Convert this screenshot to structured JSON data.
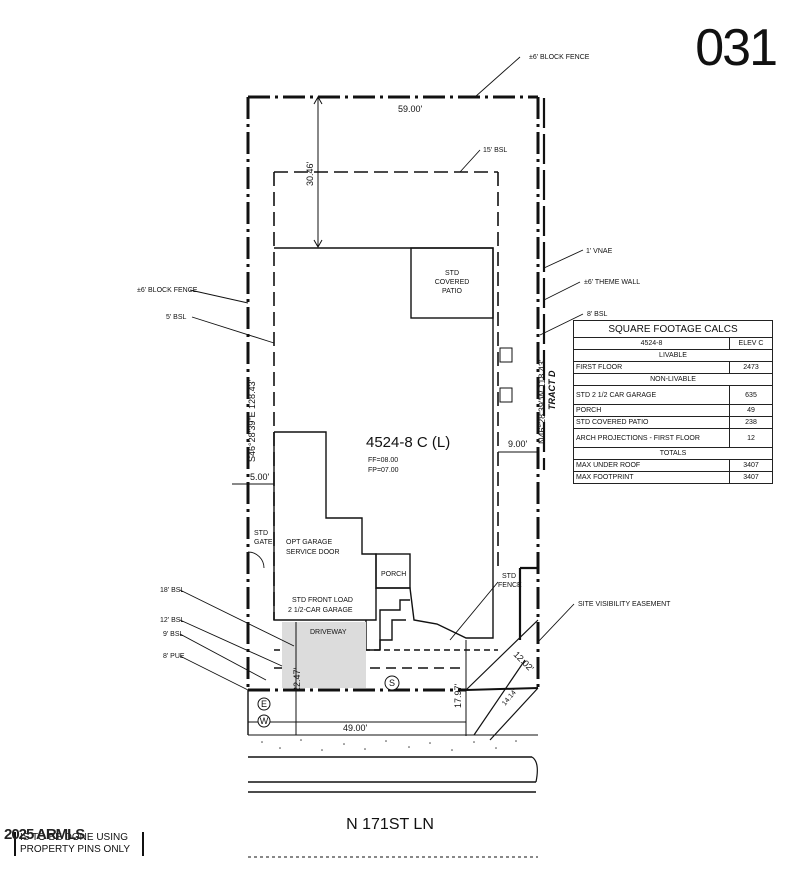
{
  "sheet": {
    "lot_number": "031",
    "copyright": "2025 ARMLS"
  },
  "plan": {
    "model": "4524-8 C (L)",
    "ff": "FF=08.00",
    "fp": "FP=07.00",
    "dims": {
      "rear": "59.00'",
      "front": "49.00'",
      "rear_setback": "30.46'",
      "left_side": "5.00'",
      "right_side": "9.00'",
      "left_line": "S46°28'39\"E 128.43'",
      "right_line": "N46°28'39\"W 118.43'",
      "driveway_depth": "22.47'",
      "porch_depth": "17.97'",
      "chord_a": "12.02'",
      "chord_b": "14.14'"
    },
    "labels": {
      "block_fence_top": "±6' BLOCK FENCE",
      "block_fence_left": "±6' BLOCK FENCE",
      "bsl_15": "15' BSL",
      "bsl_5": "5' BSL",
      "vnae": "1' VNAE",
      "theme_wall": "±6' THEME WALL",
      "bsl_8": "8' BSL",
      "tract": "TRACT D",
      "patio_1": "STD",
      "patio_2": "COVERED",
      "patio_3": "PATIO",
      "gate_1": "STD",
      "gate_2": "GATE",
      "garage_door_1": "OPT GARAGE",
      "garage_door_2": "SERVICE DOOR",
      "porch": "PORCH",
      "garage_1": "STD FRONT LOAD",
      "garage_2": "2 1/2-CAR GARAGE",
      "driveway": "DRIVEWAY",
      "std_fence_1": "STD",
      "std_fence_2": "FENCE",
      "site_visibility": "SITE VISIBILITY EASEMENT",
      "bsl_18": "18' BSL",
      "bsl_12": "12' BSL",
      "bsl_9": "9' BSL",
      "pue_8": "8' PUE",
      "meter_e": "E",
      "meter_w": "W",
      "sewer": "S"
    }
  },
  "calcs": {
    "title": "SQUARE FOOTAGE CALCS",
    "plan_col": "4524-8",
    "elev_col": "ELEV C",
    "livable_header": "LIVABLE",
    "non_livable_header": "NON-LIVABLE",
    "totals_header": "TOTALS",
    "rows": {
      "first_floor": {
        "label": "FIRST FLOOR",
        "value": "2473"
      },
      "garage": {
        "label": "STD 2 1/2 CAR GARAGE",
        "value": "635"
      },
      "porch": {
        "label": "PORCH",
        "value": "49"
      },
      "patio": {
        "label": "STD COVERED PATIO",
        "value": "238"
      },
      "arch": {
        "label": "ARCH PROJECTIONS - FIRST FLOOR",
        "value": "12"
      },
      "max_roof": {
        "label": "MAX UNDER ROOF",
        "value": "3407"
      },
      "max_footprint": {
        "label": "MAX FOOTPRINT",
        "value": "3407"
      }
    }
  },
  "street": {
    "name": "N 171ST LN"
  },
  "note": {
    "line1": "IS TO BE DONE USING",
    "line2": "PROPERTY PINS ONLY"
  }
}
